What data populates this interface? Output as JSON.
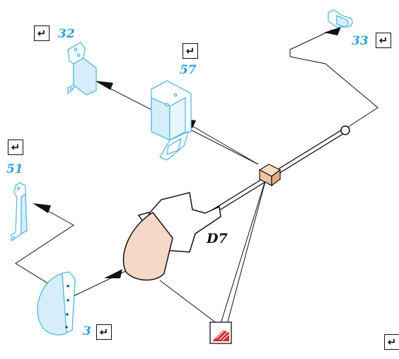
{
  "diagram": {
    "main_part_label": "D7",
    "return_glyph": "↵",
    "callouts": [
      {
        "id": "32",
        "number": "32"
      },
      {
        "id": "57",
        "number": "57"
      },
      {
        "id": "33",
        "number": "33"
      },
      {
        "id": "51",
        "number": "51"
      },
      {
        "id": "3",
        "number": "3"
      }
    ],
    "icons": {
      "return": "return-arrow-icon",
      "grease": "grease-lubricant-icon"
    },
    "colors": {
      "callout_number": "#2ba3d9",
      "part_outline_blue": "#55b8e0",
      "part_fill_blue": "#d6eef9",
      "shoe_fill": "#f6d8c6",
      "block_fill": "#f2cfae",
      "grease_red": "#d8282e",
      "line": "#111111"
    }
  }
}
